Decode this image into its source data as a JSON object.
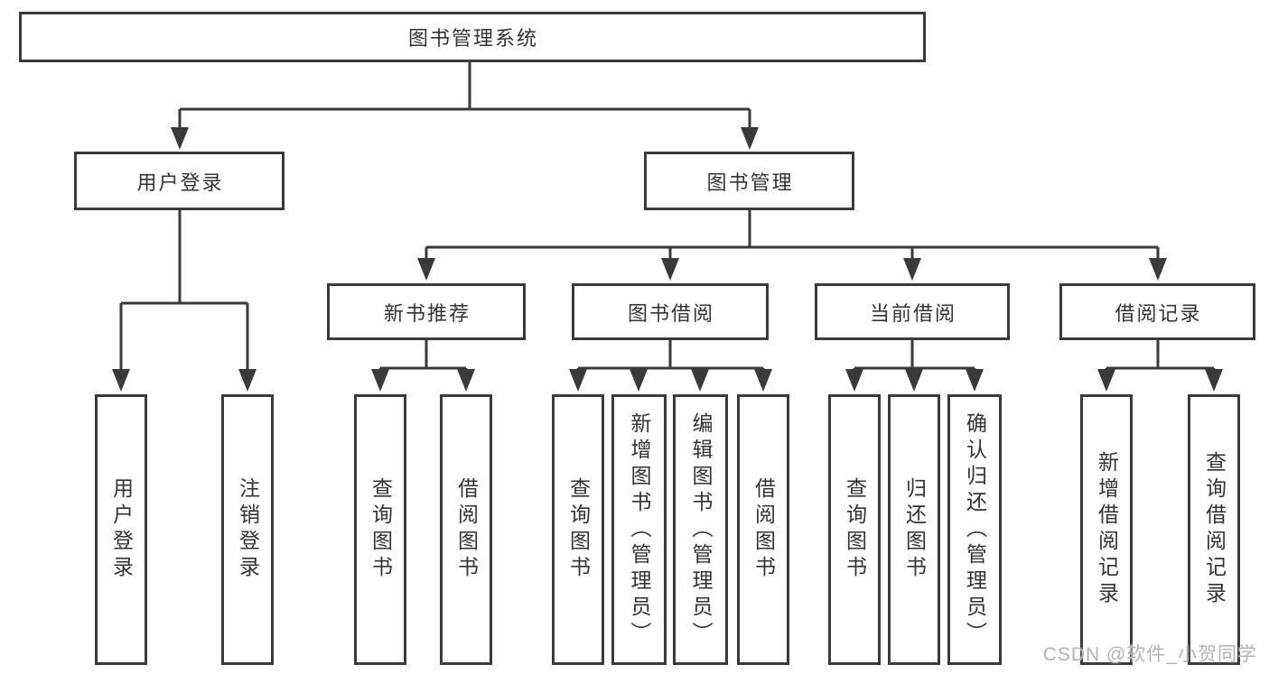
{
  "diagram": {
    "root": {
      "label": "图书管理系统"
    },
    "level2": [
      {
        "id": "user-login",
        "label": "用户登录"
      },
      {
        "id": "book-management",
        "label": "图书管理"
      }
    ],
    "level3": [
      {
        "id": "new-book-recommend",
        "label": "新书推荐",
        "parent": "book-management"
      },
      {
        "id": "book-borrowing",
        "label": "图书借阅",
        "parent": "book-management"
      },
      {
        "id": "current-borrowing",
        "label": "当前借阅",
        "parent": "book-management"
      },
      {
        "id": "borrowing-records",
        "label": "借阅记录",
        "parent": "book-management"
      }
    ],
    "leaves": [
      {
        "id": "leaf-user-login",
        "label": "用户登录",
        "parent": "user-login"
      },
      {
        "id": "leaf-logout",
        "label": "注销登录",
        "parent": "user-login"
      },
      {
        "id": "leaf-query-books-1",
        "label": "查询图书",
        "parent": "new-book-recommend"
      },
      {
        "id": "leaf-borrow-books-1",
        "label": "借阅图书",
        "parent": "new-book-recommend"
      },
      {
        "id": "leaf-query-books-2",
        "label": "查询图书",
        "parent": "book-borrowing"
      },
      {
        "id": "leaf-add-book-admin",
        "label": "新增图书（管理员）",
        "parent": "book-borrowing"
      },
      {
        "id": "leaf-edit-book-admin",
        "label": "编辑图书（管理员）",
        "parent": "book-borrowing"
      },
      {
        "id": "leaf-borrow-books-2",
        "label": "借阅图书",
        "parent": "book-borrowing"
      },
      {
        "id": "leaf-query-books-3",
        "label": "查询图书",
        "parent": "current-borrowing"
      },
      {
        "id": "leaf-return-book",
        "label": "归还图书",
        "parent": "current-borrowing"
      },
      {
        "id": "leaf-confirm-return-admin",
        "label": "确认归还（管理员）",
        "parent": "current-borrowing"
      },
      {
        "id": "leaf-add-borrow-record",
        "label": "新增借阅记录",
        "parent": "borrowing-records"
      },
      {
        "id": "leaf-query-borrow-record",
        "label": "查询借阅记录",
        "parent": "borrowing-records"
      }
    ],
    "colors": {
      "line": "#3a3a3a",
      "box_border": "#3a3a3a",
      "box_fill": "#ffffff",
      "text": "#333333",
      "watermark": "#b3b3b3",
      "background": "#ffffff"
    }
  },
  "watermark": {
    "text": "CSDN @软件_小贺同学"
  }
}
